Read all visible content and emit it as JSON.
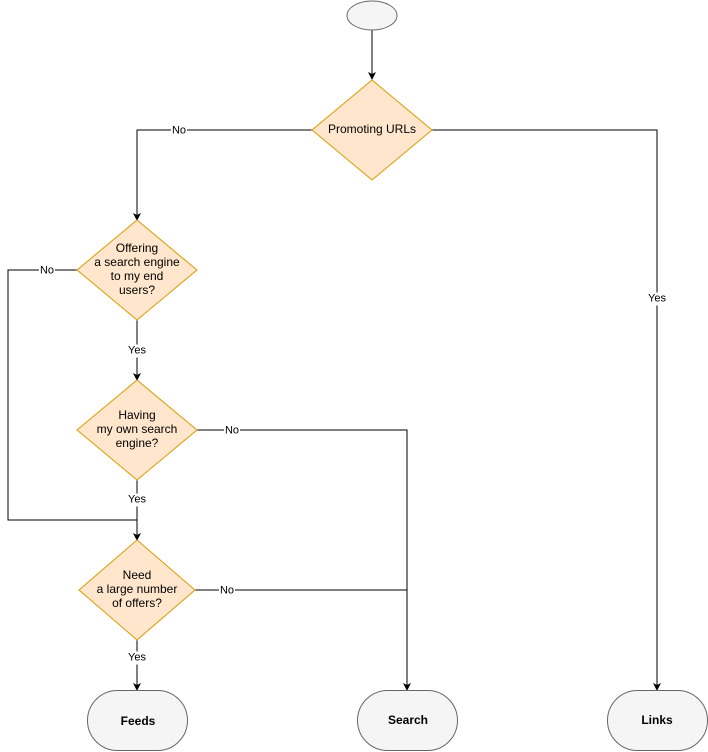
{
  "colors": {
    "decision_fill": "#ffe6cc",
    "decision_stroke": "#d79b00",
    "terminal_fill": "#f5f5f5",
    "terminal_stroke": "#666666",
    "edge": "#000000"
  },
  "nodes": {
    "start": {
      "label": ""
    },
    "promoting_urls": {
      "label": "Promoting URLs"
    },
    "offering_search": {
      "label": "Offering\na search engine\nto my end\nusers?"
    },
    "own_search_engine": {
      "label": "Having\nmy own search\nengine?"
    },
    "large_offers": {
      "label": "Need\na large number\nof offers?"
    },
    "feeds": {
      "label": "Feeds"
    },
    "search": {
      "label": "Search"
    },
    "links": {
      "label": "Links"
    }
  },
  "edges": {
    "promoting_no": {
      "label": "No"
    },
    "promoting_yes": {
      "label": "Yes"
    },
    "offering_no": {
      "label": "No"
    },
    "offering_yes": {
      "label": "Yes"
    },
    "own_no": {
      "label": "No"
    },
    "own_yes": {
      "label": "Yes"
    },
    "offers_no": {
      "label": "No"
    },
    "offers_yes": {
      "label": "Yes"
    }
  }
}
